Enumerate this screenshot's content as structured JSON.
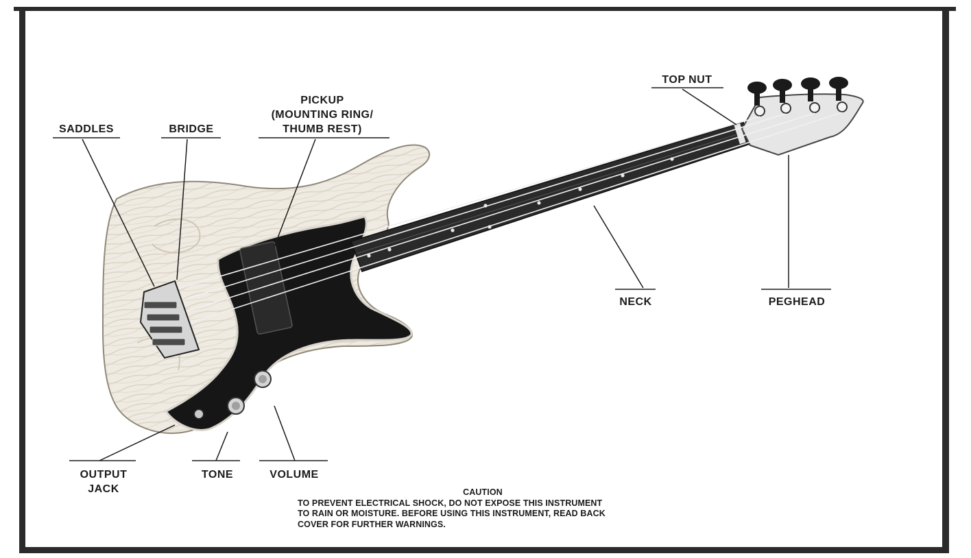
{
  "labels": {
    "saddles": "SADDLES",
    "bridge": "BRIDGE",
    "pickup_line1": "PICKUP",
    "pickup_line2": "(MOUNTING RING/",
    "pickup_line3": "THUMB REST)",
    "top_nut": "TOP NUT",
    "neck": "NECK",
    "peghead": "PEGHEAD",
    "output_jack_line1": "OUTPUT",
    "output_jack_line2": "JACK",
    "tone": "TONE",
    "volume": "VOLUME"
  },
  "caution": {
    "heading": "CAUTION",
    "line1": "TO PREVENT ELECTRICAL SHOCK, DO NOT EXPOSE THIS INSTRUMENT",
    "line2": "TO RAIN OR MOISTURE. BEFORE USING THIS INSTRUMENT, READ BACK",
    "line3": "COVER FOR FURTHER WARNINGS."
  },
  "colors": {
    "body_wood": "#ece8de",
    "pickguard": "#161616",
    "fretboard": "#2a2a2a",
    "border": "#2b2b2b",
    "ink": "#1a1a1a"
  }
}
